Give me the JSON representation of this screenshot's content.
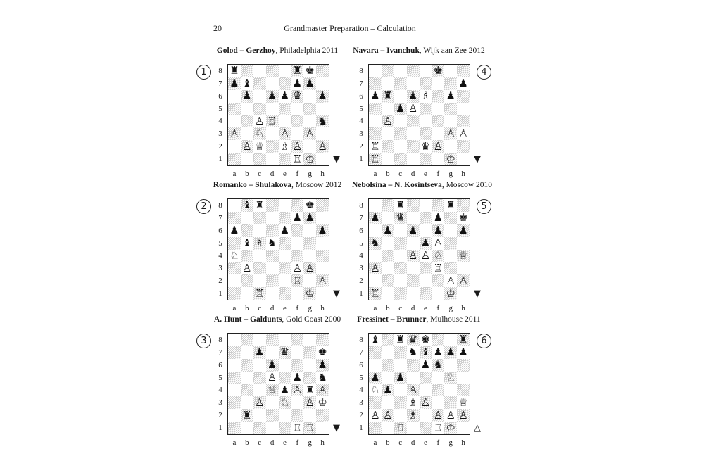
{
  "header": {
    "page_number": "20",
    "running_title": "Grandmaster Preparation – Calculation"
  },
  "files": [
    "a",
    "b",
    "c",
    "d",
    "e",
    "f",
    "g",
    "h"
  ],
  "ranks": [
    "8",
    "7",
    "6",
    "5",
    "4",
    "3",
    "2",
    "1"
  ],
  "symbols": {
    "to_move_black": "▼",
    "to_move_white": "△"
  },
  "diagrams": [
    {
      "number": "1",
      "white_player": "Golod",
      "black_player": "Gerzhoy",
      "event": "Philadelphia 2011",
      "to_move": "black",
      "pieces": {
        "a8": "r",
        "f8": "r",
        "g8": "k",
        "a7": "p",
        "b7": "b",
        "f7": "p",
        "g7": "p",
        "b6": "p",
        "d6": "p",
        "e6": "p",
        "f6": "q",
        "h6": "p",
        "c4": "P",
        "d4": "R",
        "h4": "n",
        "a3": "P",
        "c3": "N",
        "e3": "P",
        "g3": "P",
        "b2": "P",
        "c2": "Q",
        "e2": "B",
        "f2": "P",
        "h2": "P",
        "f1": "R",
        "g1": "K"
      }
    },
    {
      "number": "2",
      "white_player": "Romanko",
      "black_player": "Shulakova",
      "event": "Moscow 2012",
      "to_move": "black",
      "pieces": {
        "b8": "b",
        "c8": "r",
        "g8": "k",
        "f7": "p",
        "g7": "p",
        "a6": "p",
        "e6": "p",
        "h6": "p",
        "b5": "b",
        "c5": "B",
        "d5": "n",
        "a4": "N",
        "b3": "P",
        "f3": "P",
        "g3": "P",
        "f2": "R",
        "h2": "P",
        "c1": "R",
        "g1": "K"
      }
    },
    {
      "number": "3",
      "white_player": "A. Hunt",
      "black_player": "Galdunts",
      "event": "Gold Coast 2000",
      "to_move": "black",
      "pieces": {
        "c7": "p",
        "e7": "q",
        "h7": "k",
        "d6": "p",
        "h6": "p",
        "d5": "P",
        "f5": "p",
        "h5": "n",
        "d4": "Q",
        "e4": "p",
        "f4": "P",
        "g4": "r",
        "h4": "P",
        "c3": "P",
        "e3": "N",
        "g3": "P",
        "h3": "K",
        "b2": "r",
        "f1": "R",
        "g1": "R"
      }
    },
    {
      "number": "4",
      "white_player": "Navara",
      "black_player": "Ivanchuk",
      "event": "Wijk aan Zee 2012",
      "to_move": "black",
      "pieces": {
        "f8": "k",
        "h7": "p",
        "a6": "p",
        "b6": "r",
        "d6": "p",
        "e6": "B",
        "g6": "p",
        "c5": "p",
        "d5": "P",
        "b4": "P",
        "g3": "P",
        "h3": "P",
        "a2": "R",
        "e2": "q",
        "f2": "P",
        "a1": "R",
        "g1": "K"
      }
    },
    {
      "number": "5",
      "white_player": "Nebolsina",
      "black_player": "N. Kosintseva",
      "event": "Moscow 2010",
      "to_move": "black",
      "pieces": {
        "c8": "r",
        "g8": "r",
        "a7": "p",
        "c7": "q",
        "f7": "p",
        "h7": "k",
        "b6": "p",
        "d6": "p",
        "f6": "p",
        "h6": "p",
        "a5": "n",
        "e5": "p",
        "f5": "P",
        "d4": "P",
        "e4": "P",
        "f4": "N",
        "h4": "Q",
        "a3": "P",
        "f3": "R",
        "g2": "P",
        "h2": "P",
        "a1": "R",
        "g1": "K"
      }
    },
    {
      "number": "6",
      "white_player": "Fressinet",
      "black_player": "Brunner",
      "event": "Mulhouse 2011",
      "to_move": "white",
      "pieces": {
        "a8": "b",
        "c8": "r",
        "d8": "q",
        "e8": "k",
        "h8": "r",
        "d7": "n",
        "e7": "b",
        "f7": "p",
        "g7": "p",
        "h7": "p",
        "e6": "p",
        "f6": "n",
        "a5": "p",
        "c5": "p",
        "g5": "N",
        "a4": "N",
        "b4": "p",
        "d4": "P",
        "d3": "B",
        "e3": "P",
        "h3": "Q",
        "a2": "P",
        "b2": "P",
        "d2": "B",
        "f2": "P",
        "g2": "P",
        "h2": "P",
        "c1": "R",
        "f1": "R",
        "g1": "K"
      }
    }
  ]
}
